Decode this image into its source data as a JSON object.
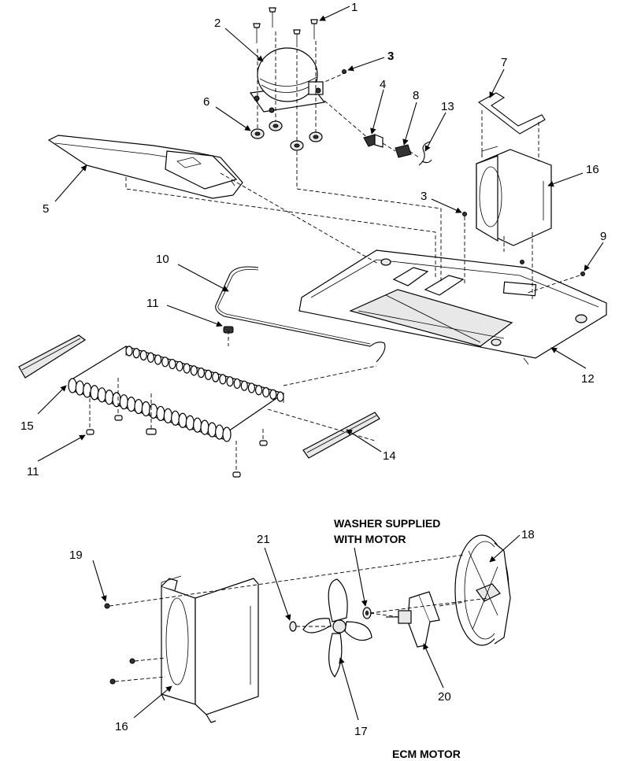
{
  "labels": {
    "l1": "1",
    "l2": "2",
    "l3a": "3",
    "l3b": "3",
    "l4": "4",
    "l5": "5",
    "l6": "6",
    "l7": "7",
    "l8": "8",
    "l9": "9",
    "l10": "10",
    "l11a": "11",
    "l11b": "11",
    "l12": "12",
    "l13": "13",
    "l14": "14",
    "l15": "15",
    "l16a": "16",
    "l16b": "16",
    "l17": "17",
    "l18": "18",
    "l19": "19",
    "l20": "20",
    "l21": "21"
  },
  "notes": {
    "washer_line1": "WASHER SUPPLIED",
    "washer_line2": "WITH MOTOR",
    "motor_title": "ECM MOTOR"
  },
  "icons": {
    "arrow": "arrow-pointer-icon"
  }
}
